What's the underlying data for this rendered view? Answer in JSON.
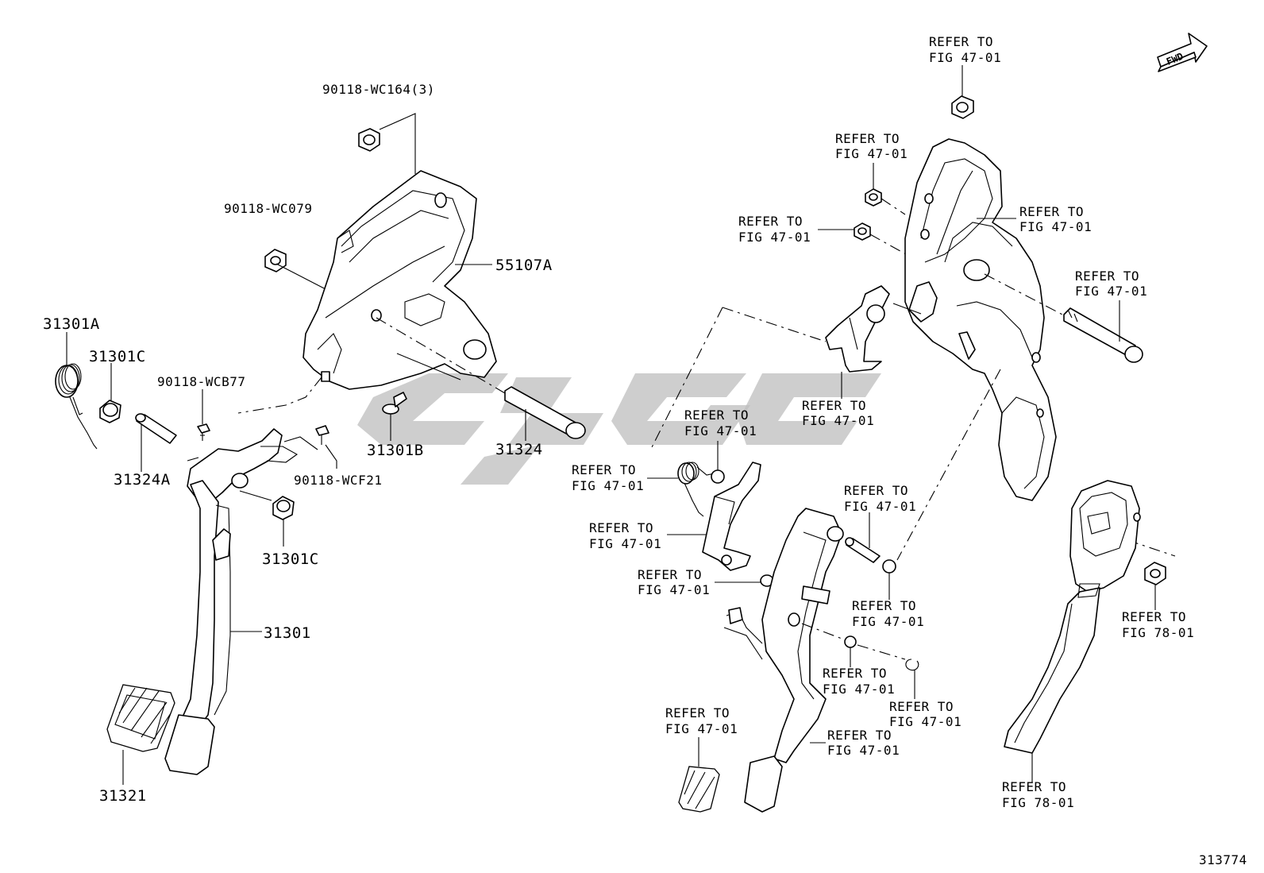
{
  "parts": {
    "bolt_90118_wc164": "90118-WC164(3)",
    "nut_90118_wc079": "90118-WC079",
    "bracket_55107a": "55107A",
    "spring_31301a": "31301A",
    "bushing_31301c_top": "31301C",
    "clip_90118_wcb77": "90118-WCB77",
    "collar_31324a": "31324A",
    "clip_90118_wcf21": "90118-WCF21",
    "bushing_31301c_bottom": "31301C",
    "pin_31301b": "31301B",
    "bolt_31324": "31324",
    "pedal_31301": "31301",
    "pad_31321": "31321"
  },
  "refer_to": "REFER TO",
  "fig_47_01": "FIG 47-01",
  "fig_78_01": "FIG 78-01",
  "fwd_label": "FWD",
  "diagram_number": "313774",
  "watermark_color": "#bdbdbd"
}
